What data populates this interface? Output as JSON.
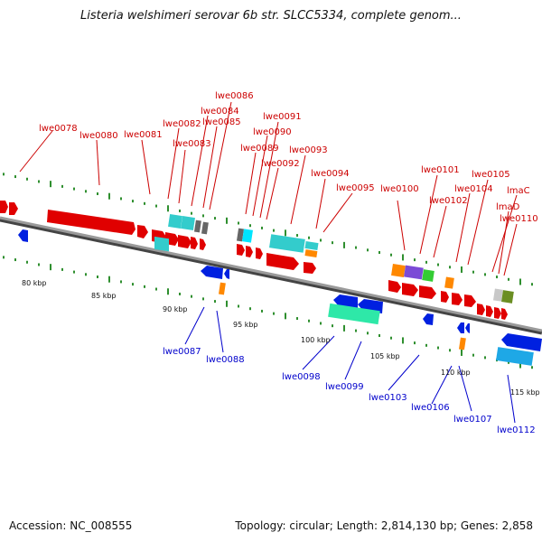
{
  "title": "Listeria welshimeri serovar 6b str. SLCC5334, complete genom...",
  "footer": {
    "accession": "Accession: NC_008555",
    "stats": "Topology: circular; Length: 2,814,130 bp; Genes: 2,858"
  },
  "colors": {
    "forward_label": "#cc0000",
    "reverse_label": "#0000cc",
    "axis": "#7a7a7a",
    "tick": "#2f8f2f"
  },
  "kbp_labels": [
    "80 kbp",
    "85 kbp",
    "90 kbp",
    "95 kbp",
    "100 kbp",
    "105 kbp",
    "110 kbp",
    "115 kbp"
  ],
  "forward_gene_labels": [
    "lwe0078",
    "lwe0080",
    "lwe0081",
    "lwe0082",
    "lwe0083",
    "lwe0084",
    "lwe0085",
    "lwe0086",
    "lwe0089",
    "lwe0090",
    "lwe0091",
    "lwe0092",
    "lwe0093",
    "lwe0094",
    "lwe0095",
    "lwe0100",
    "lwe0101",
    "lwe0102",
    "lwe0104",
    "lwe0105",
    "lmaC",
    "lmaD",
    "lwe0110"
  ],
  "reverse_gene_labels": [
    "lwe0087",
    "lwe0088",
    "lwe0098",
    "lwe0099",
    "lwe0103",
    "lwe0106",
    "lwe0107",
    "lwe0112"
  ]
}
